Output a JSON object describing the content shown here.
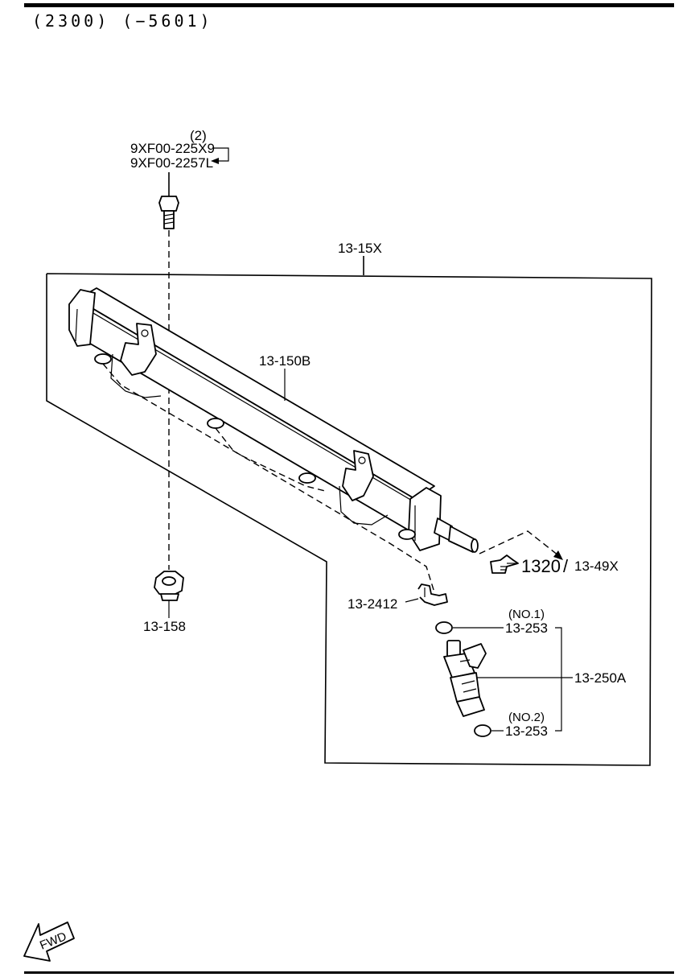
{
  "header": {
    "code_text": "(2300) (−5601)"
  },
  "labels": {
    "bolt_qty": "(2)",
    "bolt_part_a": "9XF00-225X9",
    "bolt_part_b": "9XF00-2257L",
    "assembly": "13-15X",
    "fuel_rail": "13-150B",
    "insulator": "13-158",
    "clip": "13-2412",
    "ref_number": "1320",
    "ref_part": "13-49X",
    "oring_upper_note": "(NO.1)",
    "oring_upper": "13-253",
    "injector": "13-250A",
    "oring_lower_note": "(NO.2)",
    "oring_lower": "13-253",
    "fwd": "FWD"
  },
  "icons": {
    "reference": "pointing-hand-icon",
    "direction": "fwd-arrow-icon"
  }
}
